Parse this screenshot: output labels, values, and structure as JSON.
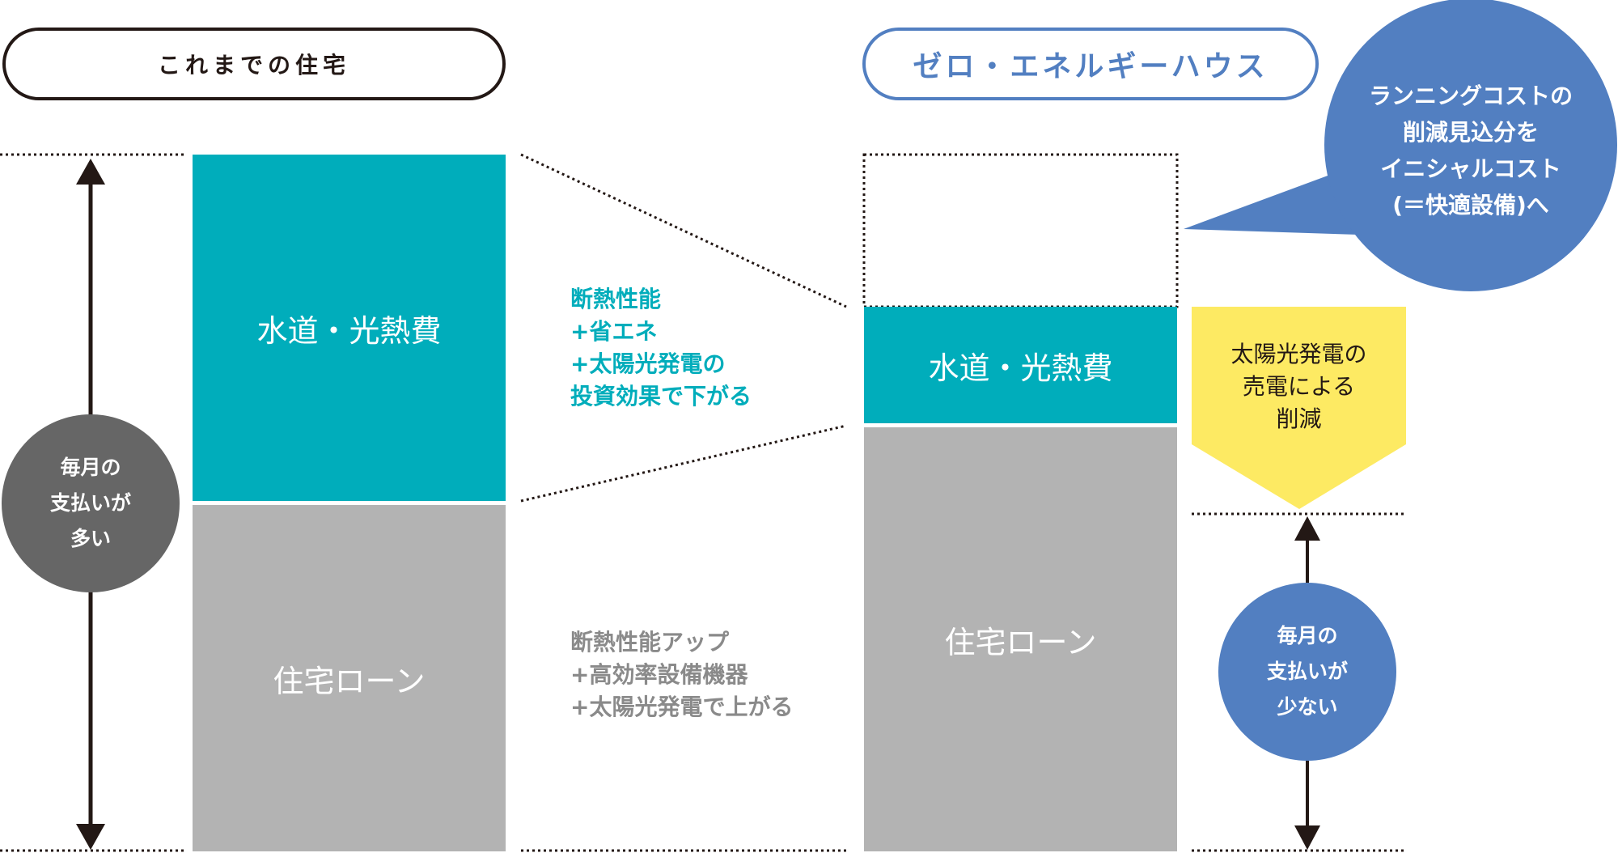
{
  "left": {
    "title": "これまでの住宅",
    "utilities_label": "水道・光熱費",
    "loan_label": "住宅ローン",
    "payment_badge": "毎月の\n支払いが\n多い"
  },
  "middle": {
    "decrease_note": "断熱性能\n+省エネ\n+太陽光発電の\n投資効果で下がる",
    "increase_note": "断熱性能アップ\n+高効率設備機器\n+太陽光発電で上がる"
  },
  "right": {
    "title": "ゼロ・エネルギーハウス",
    "utilities_label": "水道・光熱費",
    "loan_label": "住宅ローン",
    "solar_reduction": "太陽光発電の\n売電による\n削減",
    "payment_badge": "毎月の\n支払いが\n少ない",
    "callout": "ランニングコストの\n削減見込分を\nイニシャルコスト\n(＝快適設備)へ"
  },
  "colors": {
    "teal": "#00adbb",
    "gray": "#b3b3b3",
    "dark": "#666666",
    "blue": "#527fc1",
    "yellow": "#fdea63",
    "ink": "#231815"
  }
}
